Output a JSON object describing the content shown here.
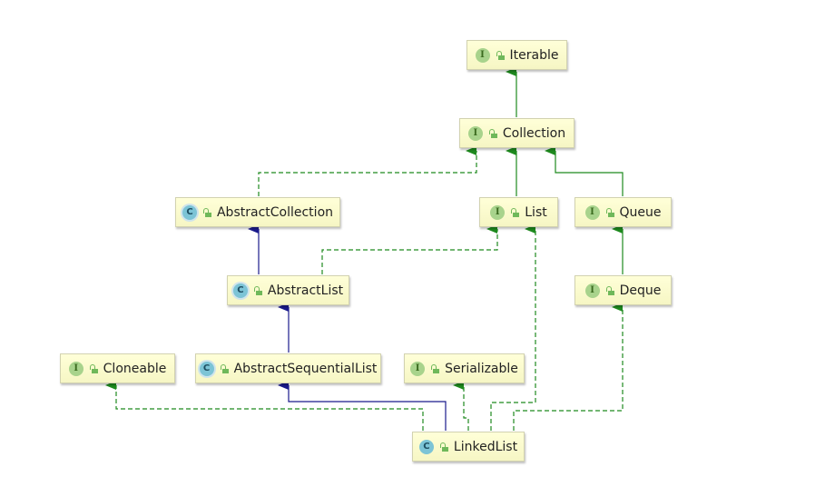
{
  "nodes": {
    "iterable": {
      "label": "Iterable",
      "kind": "I"
    },
    "collection": {
      "label": "Collection",
      "kind": "I"
    },
    "abstract_collection": {
      "label": "AbstractCollection",
      "kind": "C"
    },
    "list": {
      "label": "List",
      "kind": "I"
    },
    "queue": {
      "label": "Queue",
      "kind": "I"
    },
    "abstract_list": {
      "label": "AbstractList",
      "kind": "C"
    },
    "deque": {
      "label": "Deque",
      "kind": "I"
    },
    "cloneable": {
      "label": "Cloneable",
      "kind": "I"
    },
    "abstract_sequential_list": {
      "label": "AbstractSequentialList",
      "kind": "C"
    },
    "serializable": {
      "label": "Serializable",
      "kind": "I"
    },
    "linked_list": {
      "label": "LinkedList",
      "kind": "C"
    }
  },
  "edges": [
    {
      "from": "Collection",
      "to": "Iterable",
      "type": "extends-interface"
    },
    {
      "from": "AbstractCollection",
      "to": "Collection",
      "type": "implements"
    },
    {
      "from": "List",
      "to": "Collection",
      "type": "extends-interface"
    },
    {
      "from": "Queue",
      "to": "Collection",
      "type": "extends-interface"
    },
    {
      "from": "AbstractList",
      "to": "AbstractCollection",
      "type": "extends-class"
    },
    {
      "from": "AbstractList",
      "to": "List",
      "type": "implements"
    },
    {
      "from": "Deque",
      "to": "Queue",
      "type": "extends-interface"
    },
    {
      "from": "AbstractSequentialList",
      "to": "AbstractList",
      "type": "extends-class"
    },
    {
      "from": "LinkedList",
      "to": "Cloneable",
      "type": "implements"
    },
    {
      "from": "LinkedList",
      "to": "AbstractSequentialList",
      "type": "extends-class"
    },
    {
      "from": "LinkedList",
      "to": "Serializable",
      "type": "implements"
    },
    {
      "from": "LinkedList",
      "to": "List",
      "type": "implements"
    },
    {
      "from": "LinkedList",
      "to": "Deque",
      "type": "implements"
    }
  ],
  "colors": {
    "interface_edge": "#1e8a1e",
    "class_edge": "#1a1a8c",
    "node_fill": "#ffffd8"
  }
}
